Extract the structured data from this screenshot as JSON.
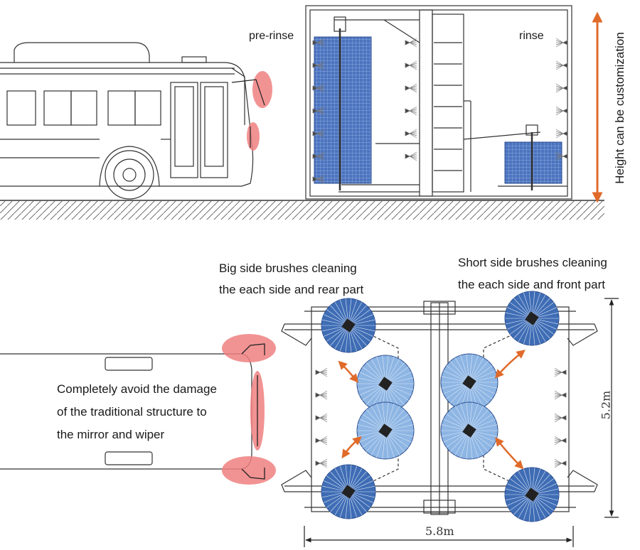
{
  "top": {
    "label_prerinse": "pre-rinse",
    "label_rinse": "rinse",
    "label_height": "Height can be customization"
  },
  "bottom": {
    "label_big_line1": "Big side brushes cleaning",
    "label_big_line2": "the each side and rear part",
    "label_short_line1": "Short side brushes cleaning",
    "label_short_line2": "the each side and front part",
    "label_avoid_line1": "Completely avoid the damage",
    "label_avoid_line2": "of the traditional structure to",
    "label_avoid_line3": "the mirror and wiper",
    "dim_height": "5.2m",
    "dim_width": "5.8m"
  },
  "colors": {
    "brush_dark": "#3f6db5",
    "brush_light": "#8eb6e4",
    "highlight_red": "#f08080",
    "arrow_orange": "#e06a2a",
    "line": "#333333"
  }
}
